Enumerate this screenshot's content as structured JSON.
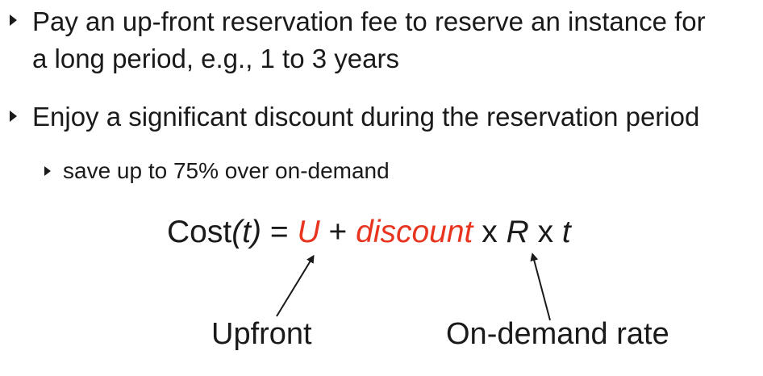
{
  "bullets": [
    {
      "line1": "Pay an up-front reservation fee to reserve an instance for",
      "line2": "a long period, e.g., 1 to 3 years"
    },
    {
      "line1": "Enjoy a significant discount during the reservation period"
    }
  ],
  "sub_bullet": "save up to 75% over on-demand",
  "formula": {
    "cost": "Cost",
    "paren_open": "(",
    "t_arg": "t",
    "paren_close": ")",
    "equals": " = ",
    "U": "U",
    "plus": " + ",
    "discount": "discount",
    "x1": " x ",
    "R": "R",
    "x2": " x ",
    "t": "t"
  },
  "labels": {
    "upfront": "Upfront",
    "ondemand": "On-demand rate"
  },
  "colors": {
    "accent_red": "#e8351f",
    "text": "#1a1a1a"
  }
}
